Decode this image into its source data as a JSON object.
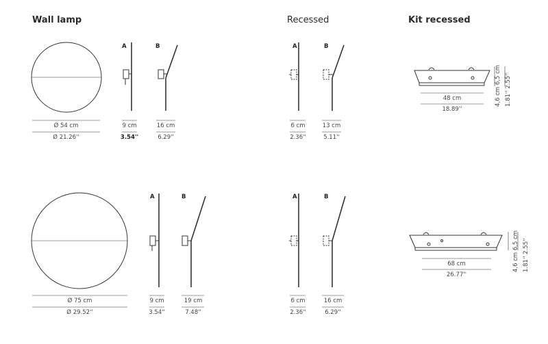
{
  "headings": {
    "wall_lamp": "Wall lamp",
    "recessed": "Recessed",
    "kit_recessed": "Kit recessed"
  },
  "variants": {
    "a": "A",
    "b": "B"
  },
  "row1": {
    "wall": {
      "diameter_cm": "Ø 54 cm",
      "diameter_in": "Ø 21.26''",
      "a_cm": "9 cm",
      "a_in": "3.54''",
      "b_cm": "16 cm",
      "b_in": "6.29''"
    },
    "recessed": {
      "a_cm": "6 cm",
      "a_in": "2.36''",
      "b_cm": "13 cm",
      "b_in": "5.11''"
    },
    "kit": {
      "length_cm": "48 cm",
      "length_in": "18.89''",
      "height_cm": "4,6 cm 6,5 cm",
      "height_in": "1.81'' 2.55''"
    }
  },
  "row2": {
    "wall": {
      "diameter_cm": "Ø 75 cm",
      "diameter_in": "Ø 29.52''",
      "a_cm": "9 cm",
      "a_in": "3.54''",
      "b_cm": "19 cm",
      "b_in": "7.48''"
    },
    "recessed": {
      "a_cm": "6 cm",
      "a_in": "2.36''",
      "b_cm": "16 cm",
      "b_in": "6.29''"
    },
    "kit": {
      "length_cm": "68 cm",
      "length_in": "26.77''",
      "height_cm": "4,6 cm 6,5 cm",
      "height_in": "1.81'' 2.55''"
    }
  }
}
